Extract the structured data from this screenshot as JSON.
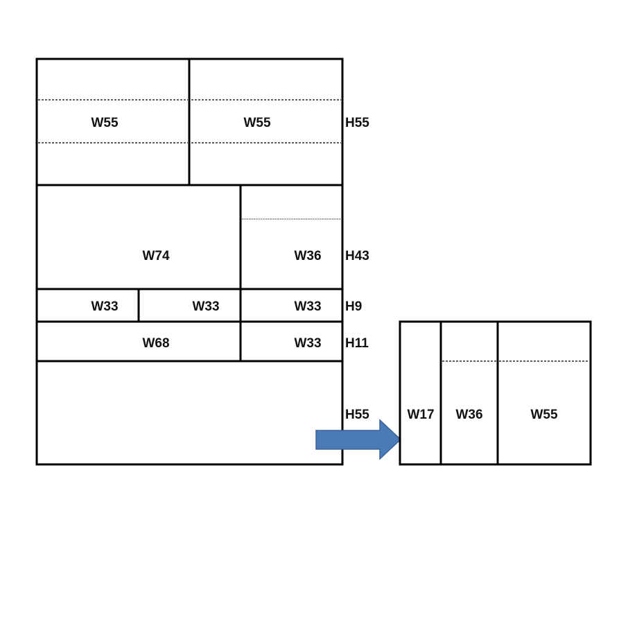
{
  "main_unit": {
    "row1": {
      "left": "W55",
      "right": "W55",
      "height": "H55"
    },
    "row2": {
      "left": "W74",
      "right": "W36",
      "height": "H43"
    },
    "row3": {
      "a": "W33",
      "b": "W33",
      "c": "W33",
      "height": "H9"
    },
    "row4": {
      "left": "W68",
      "right": "W33",
      "height": "H11"
    },
    "row5": {
      "height": "H55"
    }
  },
  "side_unit": {
    "a": "W17",
    "b": "W36",
    "c": "W55"
  },
  "colors": {
    "line": "#000000",
    "arrow_fill": "#4a7ab8",
    "arrow_stroke": "#3b6396"
  }
}
